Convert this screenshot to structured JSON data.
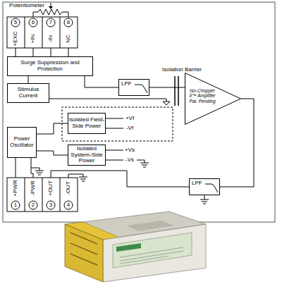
{
  "diagram": {
    "nodes": [
      {
        "text": [
          "Surge Suppression and Protection"
        ]
      },
      {
        "text": [
          "Stimulus Current"
        ]
      },
      {
        "text": [
          "LPF"
        ]
      },
      {
        "text": [
          "Iso-Chopper II™ Amplifier Pat. Pending"
        ]
      },
      {
        "text": [
          "Isolated Field-Side Power"
        ]
      },
      {
        "text": [
          "Power Oscillator"
        ]
      },
      {
        "text": [
          "Isolated System-Side Power"
        ]
      },
      {
        "text": [
          "LPF"
        ]
      }
    ],
    "edges": [
      {
        "from": 0,
        "to": 1,
        "arrow": "none"
      },
      {
        "from": 0,
        "to": 2,
        "arrow": "none"
      },
      {
        "from": 2,
        "to": 3,
        "arrow": "none"
      },
      {
        "from": 3,
        "to": 7,
        "arrow": "none"
      },
      {
        "from": 5,
        "to": 4,
        "arrow": "none"
      },
      {
        "from": 5,
        "to": 6,
        "arrow": "none"
      }
    ],
    "labels": [
      "Potentiometer",
      "5",
      "6",
      "7",
      "8",
      "+EXC",
      "+IN",
      "-IN",
      "NC",
      "Isolation Barrier",
      "+Vf",
      "-Vf",
      "+Vs",
      "-Vs",
      "+PWR",
      "-PWR",
      "+OUT",
      "-OUT",
      "1",
      "2",
      "3",
      "4"
    ]
  }
}
